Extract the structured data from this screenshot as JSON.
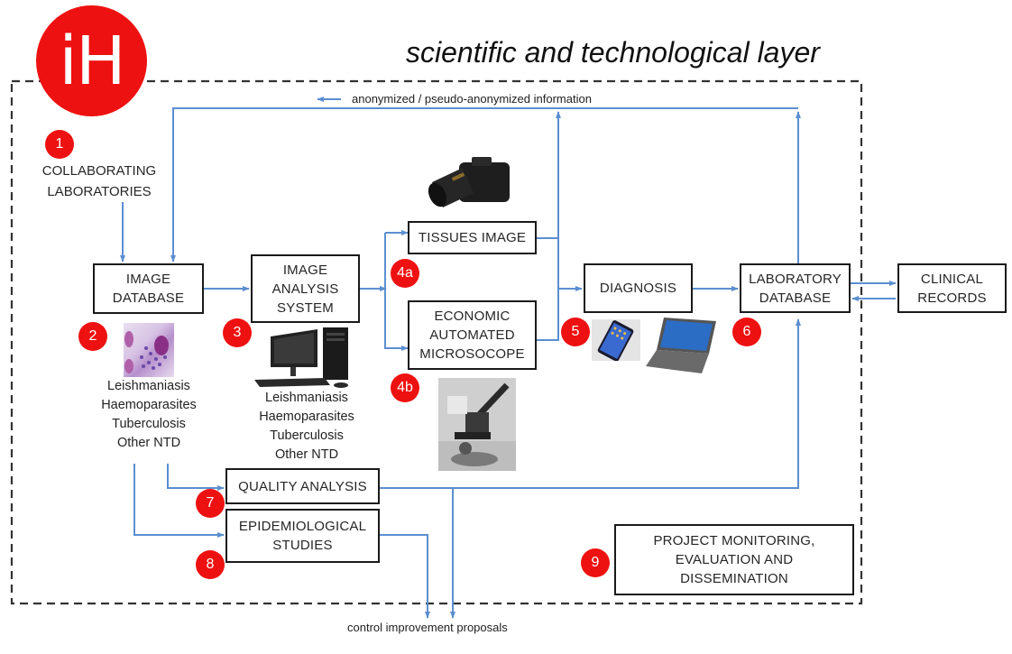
{
  "logo": {
    "text": "iH"
  },
  "layer_title": "scientific and technological layer",
  "flows": {
    "anonymized_info": "anonymized / pseudo-anonymized information",
    "control_proposals": "control improvement proposals"
  },
  "colors": {
    "badge": "#ee1111",
    "arrow": "#5b8fd0",
    "box_border": "#1a1a1a",
    "dashed_border": "#333333"
  },
  "nodes": {
    "collaborating_labs": {
      "badge": "1",
      "line1": "COLLABORATING",
      "line2": "LABORATORIES"
    },
    "image_database": {
      "badge": "2",
      "line1": "IMAGE",
      "line2": "DATABASE",
      "diseases": [
        "Leishmaniasis",
        "Haemoparasites",
        "Tuberculosis",
        "Other NTD"
      ],
      "image": "microscopy-slide"
    },
    "image_analysis": {
      "badge": "3",
      "line1": "IMAGE",
      "line2": "ANALYSIS",
      "line3": "SYSTEM",
      "diseases": [
        "Leishmaniasis",
        "Haemoparasites",
        "Tuberculosis",
        "Other NTD"
      ],
      "image": "desktop-computer"
    },
    "tissues_image": {
      "badge": "4a",
      "line1": "TISSUES IMAGE",
      "image": "dslr-camera"
    },
    "microscope": {
      "badge": "4b",
      "line1": "ECONOMIC",
      "line2": "AUTOMATED",
      "line3": "MICROSOCOPE",
      "image": "microscope"
    },
    "diagnosis": {
      "badge": "5",
      "line1": "DIAGNOSIS",
      "images": [
        "smartphone",
        "laptop"
      ]
    },
    "lab_database": {
      "badge": "6",
      "line1": "LABORATORY",
      "line2": "DATABASE"
    },
    "clinical_records": {
      "line1": "CLINICAL",
      "line2": "RECORDS"
    },
    "quality_analysis": {
      "badge": "7",
      "line1": "QUALITY ANALYSIS"
    },
    "epidemiological": {
      "badge": "8",
      "line1": "EPIDEMIOLOGICAL",
      "line2": "STUDIES"
    },
    "project_monitoring": {
      "badge": "9",
      "line1": "PROJECT MONITORING,",
      "line2": "EVALUATION AND",
      "line3": "DISSEMINATION"
    }
  }
}
